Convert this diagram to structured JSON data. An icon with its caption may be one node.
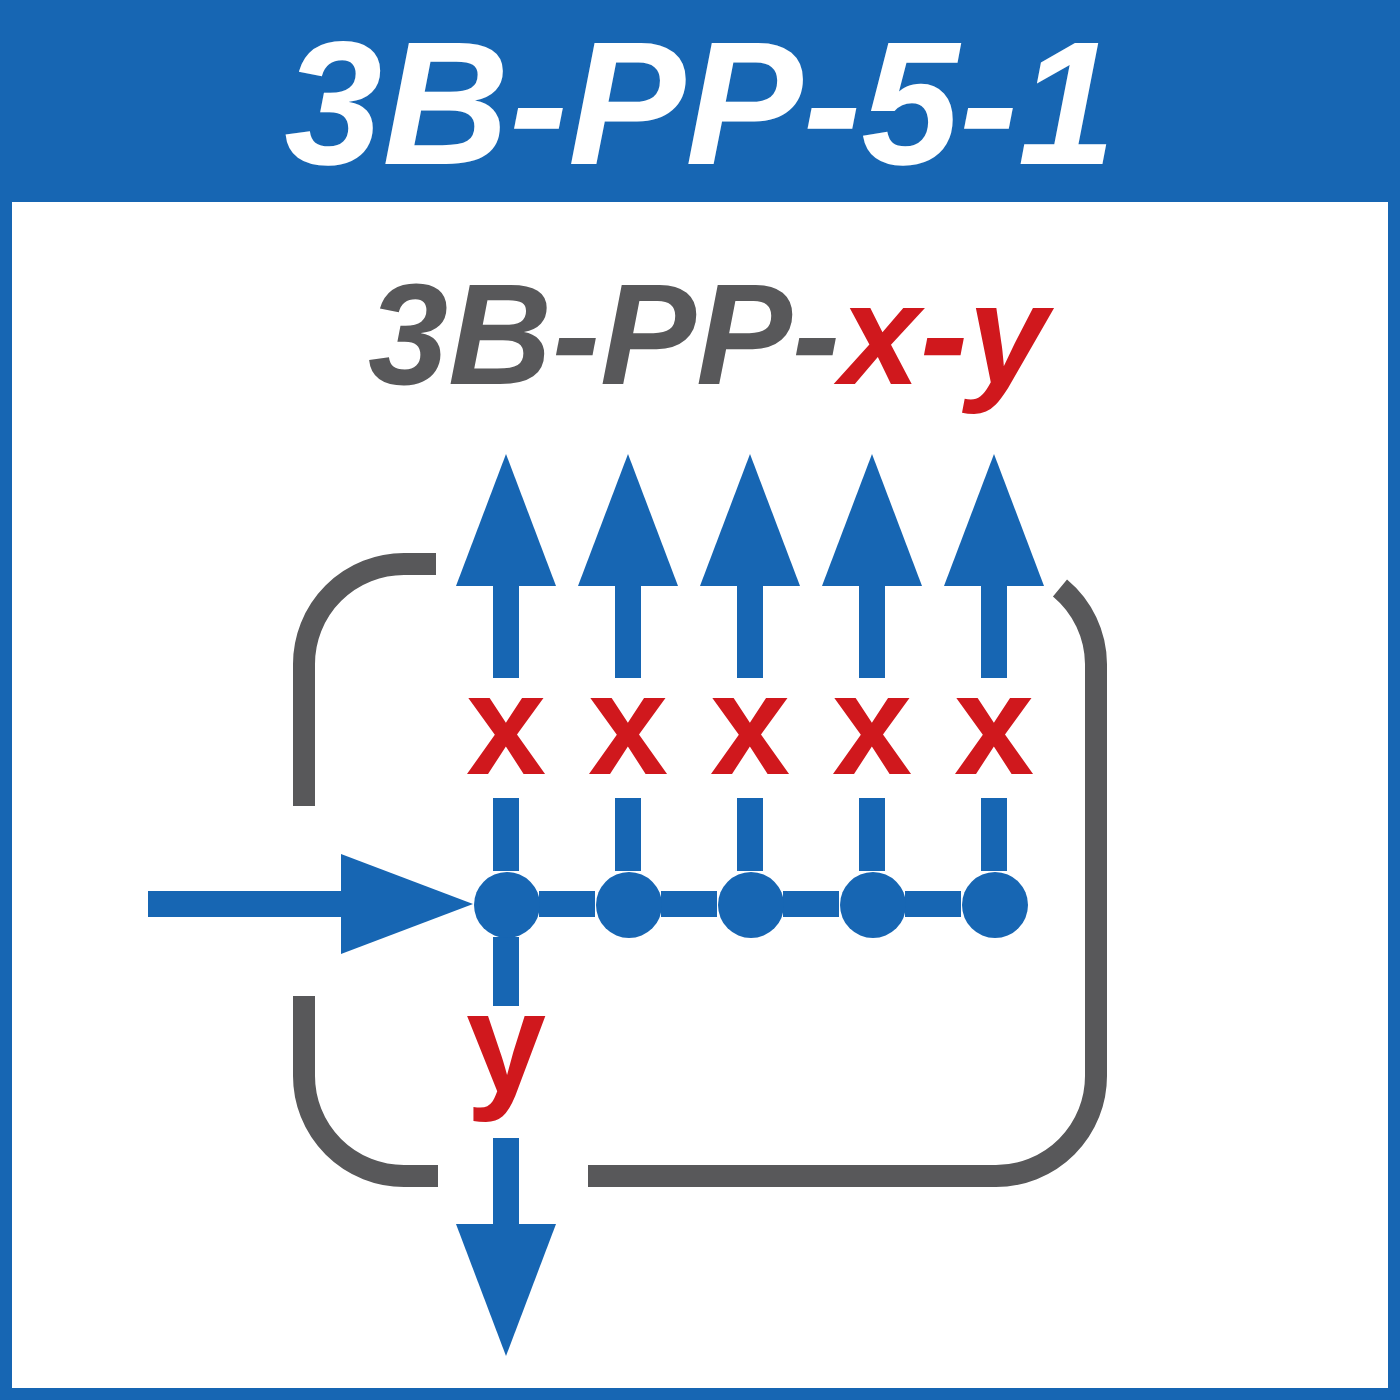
{
  "diagram": {
    "title": "3B-PP-5-1",
    "nodes": [
      {
        "text": [],
        "shape": "box"
      },
      {
        "text": [],
        "shape": "circle",
        "in": 0
      },
      {
        "text": [],
        "shape": "circle",
        "in": 0
      },
      {
        "text": [],
        "shape": "circle",
        "in": 0
      },
      {
        "text": [],
        "shape": "circle",
        "in": 0
      },
      {
        "text": [],
        "shape": "circle",
        "in": 0
      }
    ],
    "edges": [
      {
        "from": null,
        "to": 1,
        "arrow": "to"
      },
      {
        "from": 1,
        "to": null,
        "arrow": "to",
        "label": "x"
      },
      {
        "from": 2,
        "to": null,
        "arrow": "to",
        "label": "x"
      },
      {
        "from": 3,
        "to": null,
        "arrow": "to",
        "label": "x"
      },
      {
        "from": 4,
        "to": null,
        "arrow": "to",
        "label": "x"
      },
      {
        "from": 5,
        "to": null,
        "arrow": "to",
        "label": "x"
      },
      {
        "from": 1,
        "to": null,
        "arrow": "to",
        "label": "y"
      },
      {
        "from": 1,
        "to": 2,
        "arrow": "none"
      },
      {
        "from": 2,
        "to": 3,
        "arrow": "none"
      },
      {
        "from": 3,
        "to": 4,
        "arrow": "none"
      },
      {
        "from": 4,
        "to": 5,
        "arrow": "none"
      }
    ],
    "labels": [
      "3B-PP-",
      "x-y"
    ]
  }
}
